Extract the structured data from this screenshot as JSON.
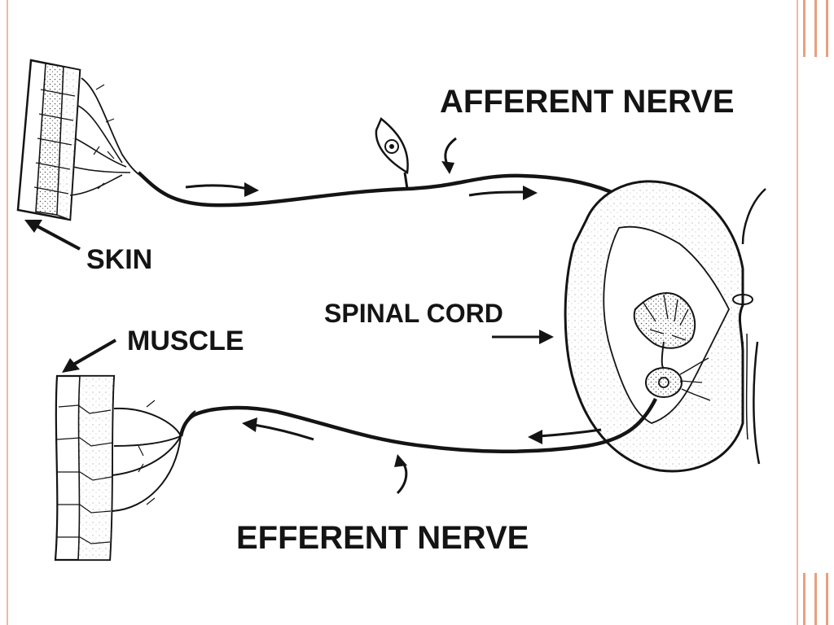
{
  "labels": {
    "afferent": "AFFERENT NERVE",
    "skin": "SKIN",
    "spinal_cord": "SPINAL CORD",
    "muscle": "MUSCLE",
    "efferent": "EFFERENT NERVE"
  },
  "colors": {
    "ink": "#141414",
    "slide_accent": "#e9a07f",
    "background": "#ffffff"
  }
}
